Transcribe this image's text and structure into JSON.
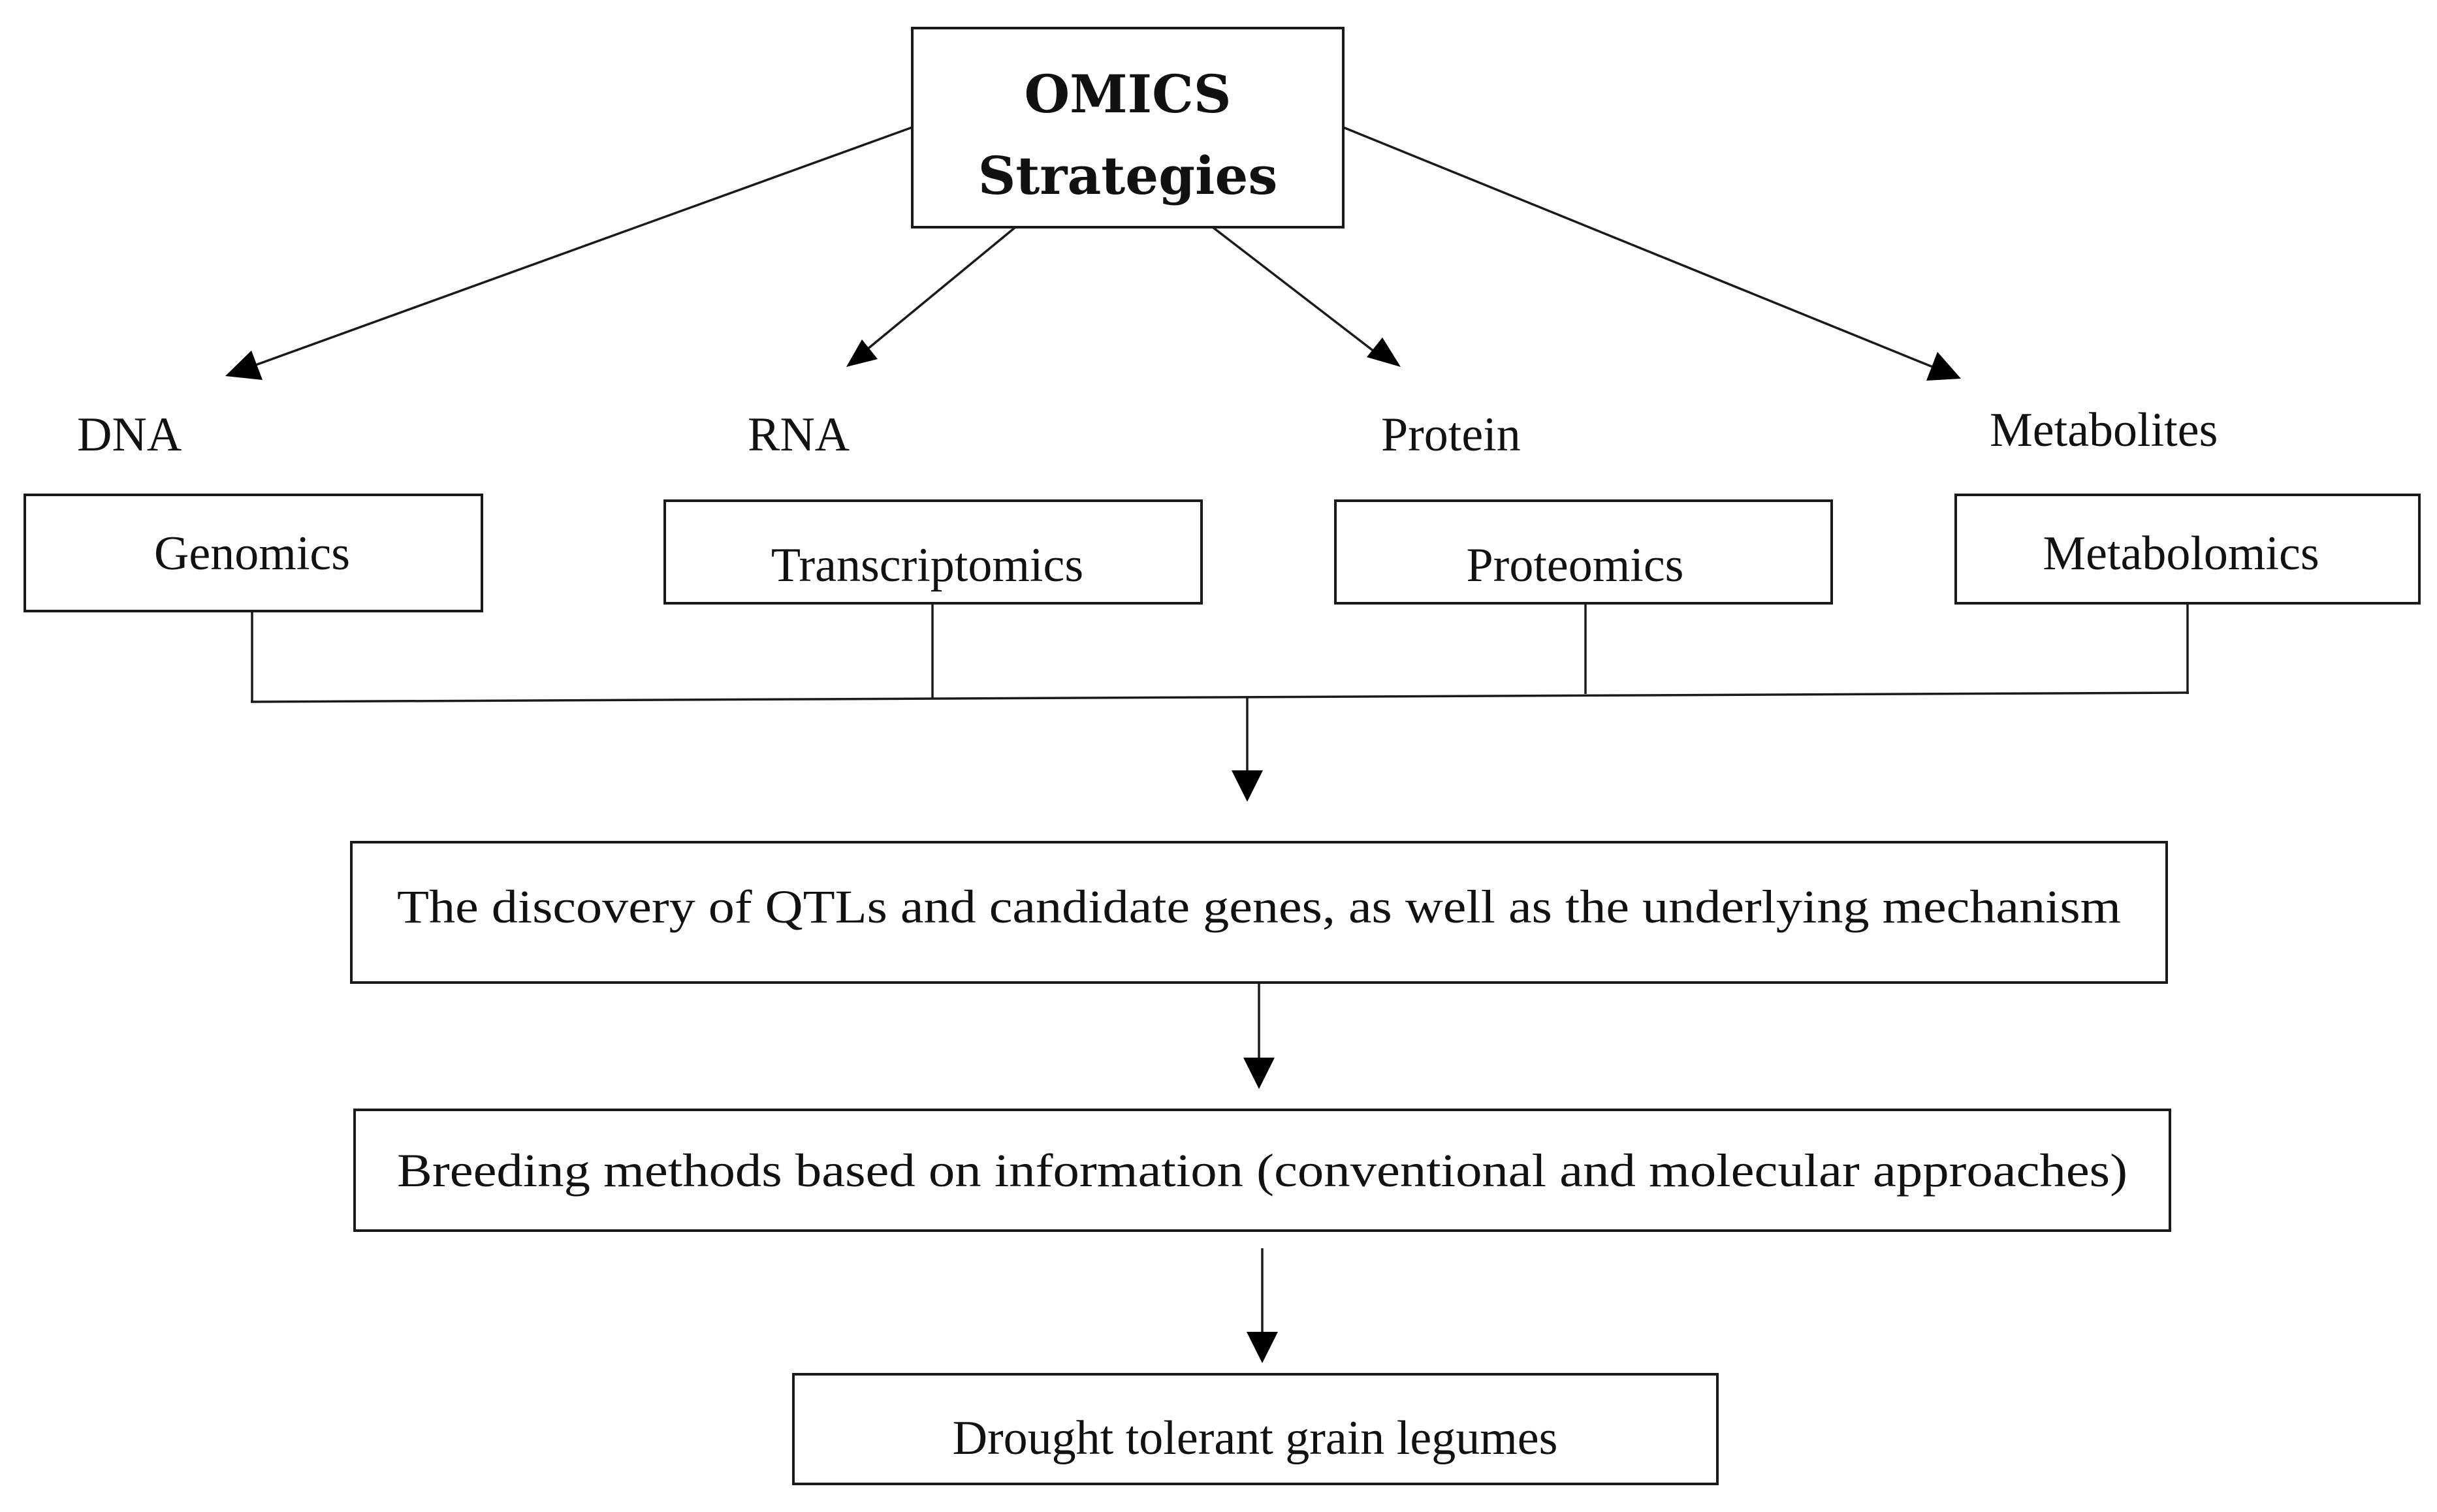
{
  "title_box": {
    "line1": "OMICS",
    "line2": "Strategies"
  },
  "molecules": [
    "DNA",
    "RNA",
    "Protein",
    "Metabolites"
  ],
  "omics": [
    "Genomics",
    "Transcriptomics",
    "Proteomics",
    "Metabolomics"
  ],
  "steps": [
    "The discovery of QTLs and candidate genes, as well as the underlying mechanism",
    "Breeding methods based on information (conventional and molecular approaches)",
    "Drought tolerant grain legumes"
  ]
}
